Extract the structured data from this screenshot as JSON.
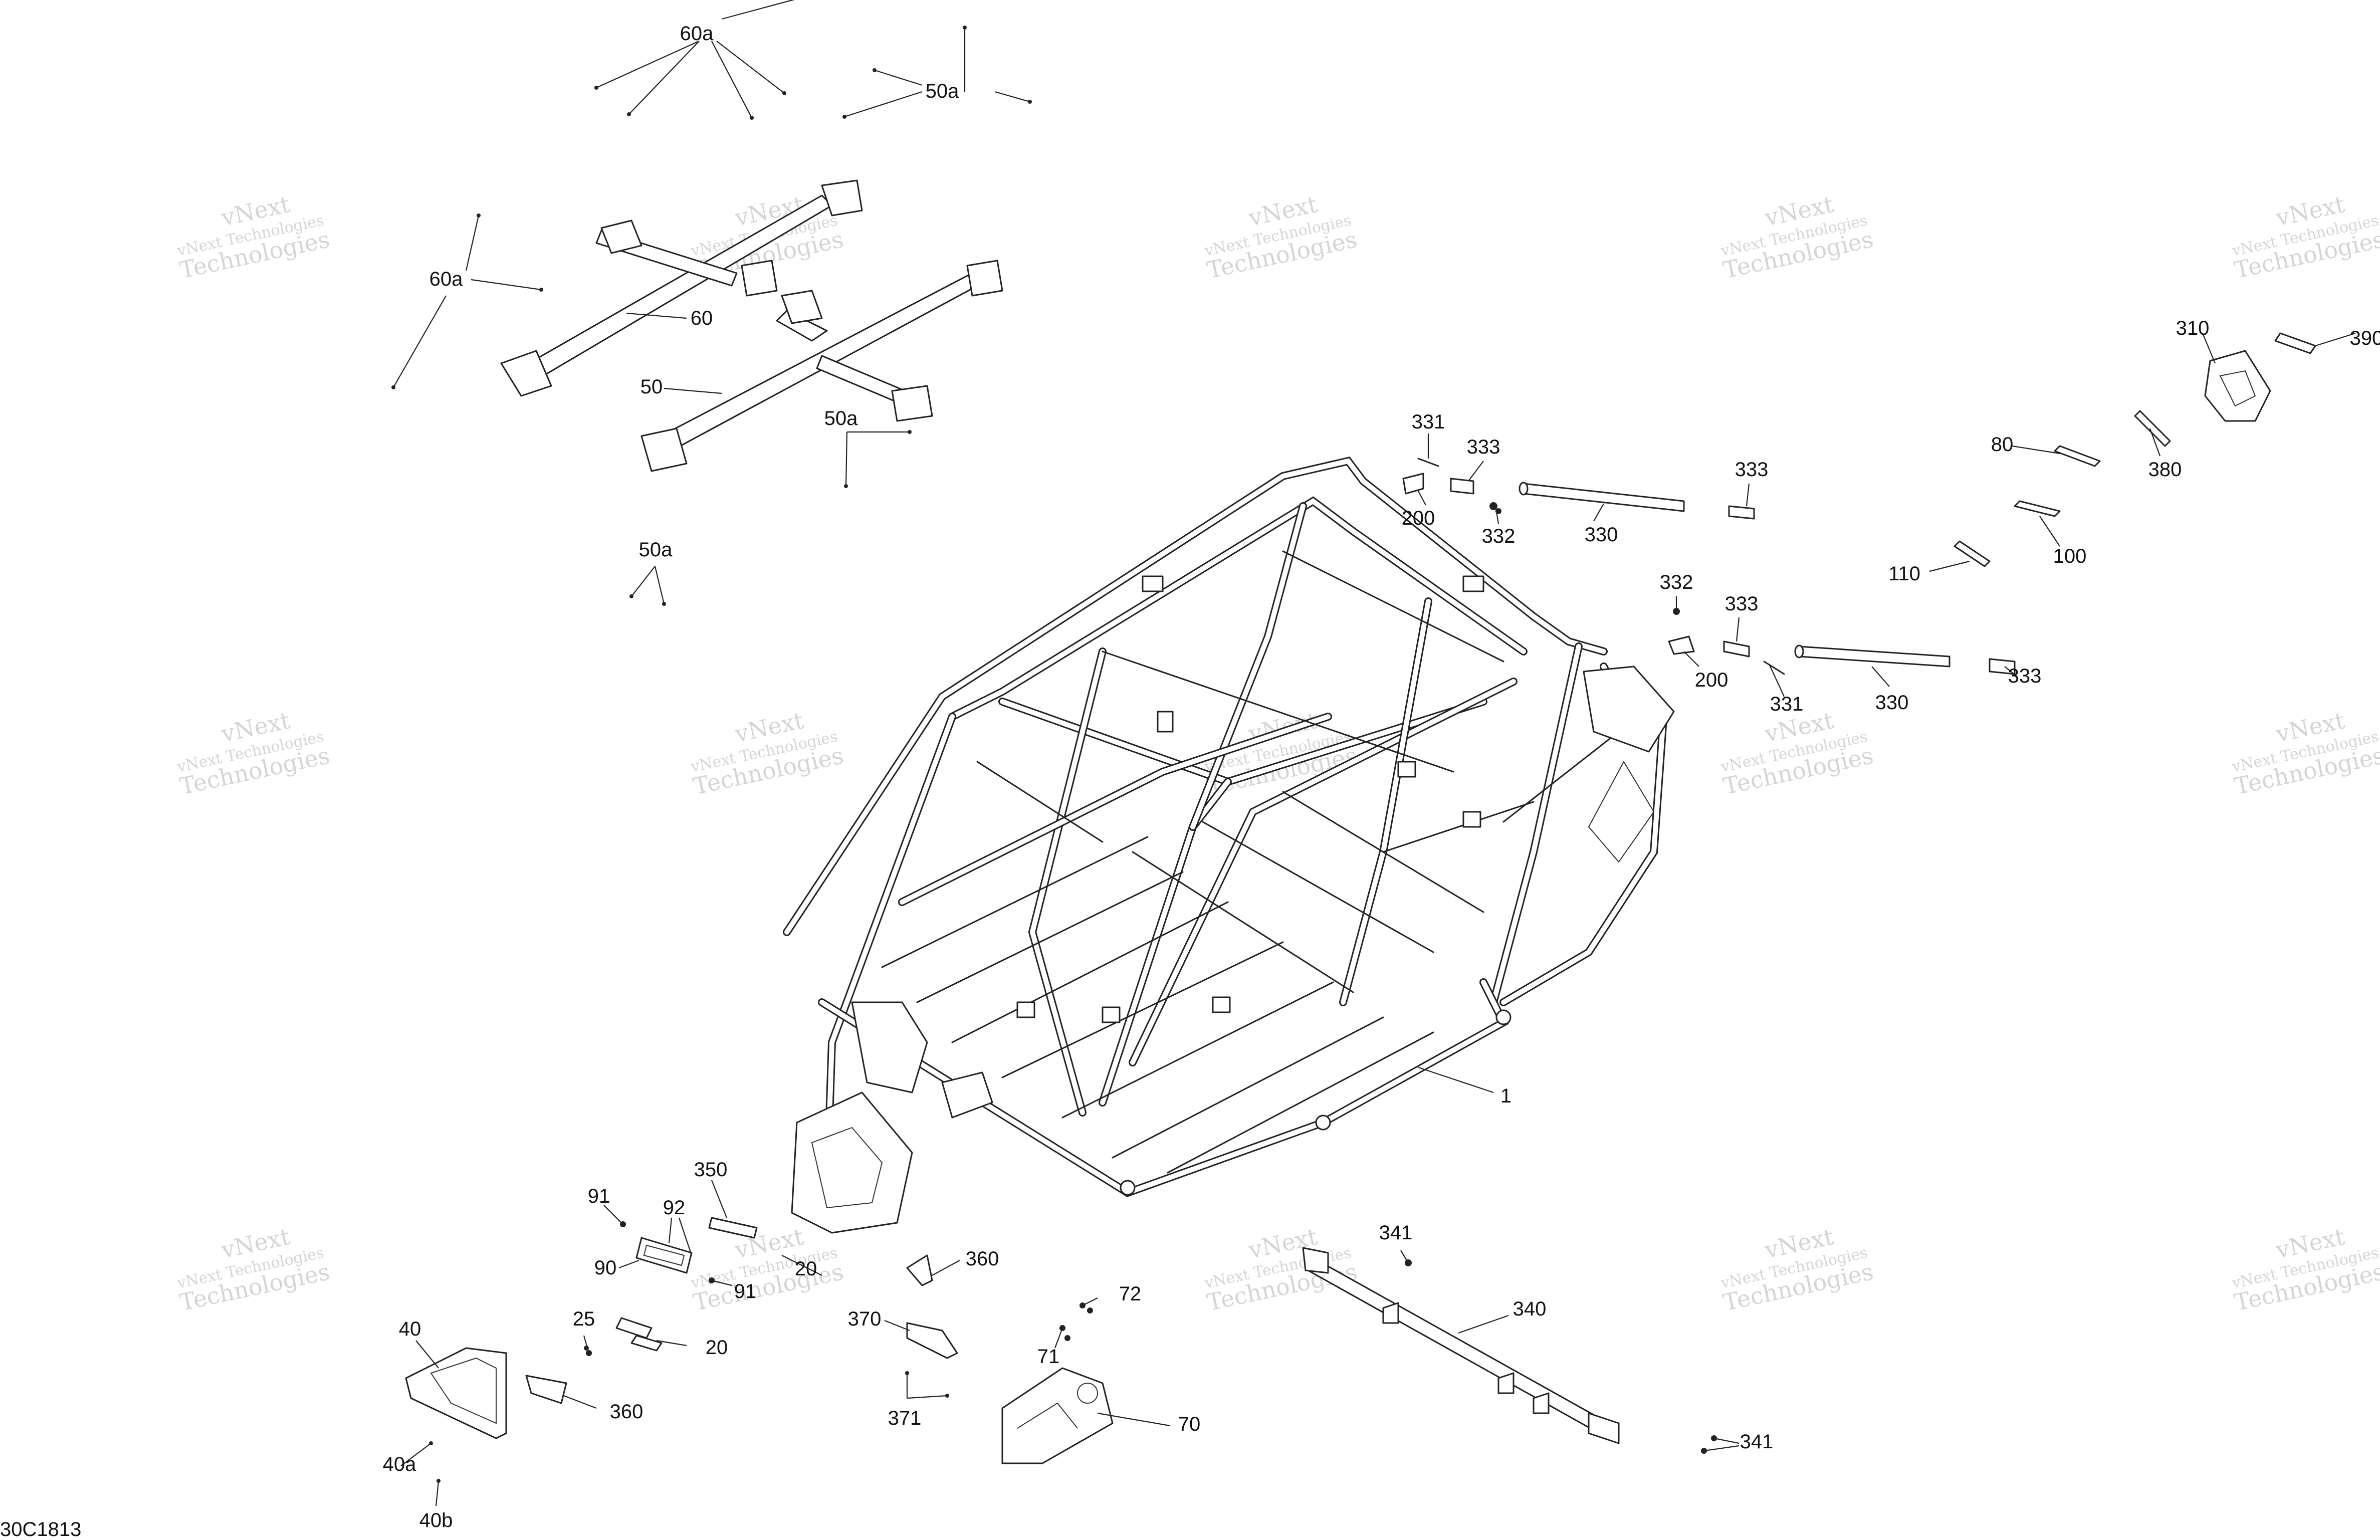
{
  "diagram": {
    "reference_code": "30C1813",
    "watermark": {
      "line1": "vNext Technologies",
      "line2": "vNext",
      "line3": "Technologies"
    },
    "callouts": [
      "60a",
      "50a",
      "60a",
      "60",
      "50",
      "50a",
      "50a",
      "331",
      "333",
      "200",
      "332",
      "330",
      "333",
      "332",
      "333",
      "200",
      "331",
      "330",
      "333",
      "310",
      "390",
      "80",
      "380",
      "100",
      "110",
      "1",
      "350",
      "91",
      "92",
      "90",
      "91",
      "360",
      "20",
      "25",
      "20",
      "40",
      "360",
      "40a",
      "40b",
      "370",
      "371",
      "72",
      "71",
      "70",
      "341",
      "340",
      "341"
    ]
  }
}
